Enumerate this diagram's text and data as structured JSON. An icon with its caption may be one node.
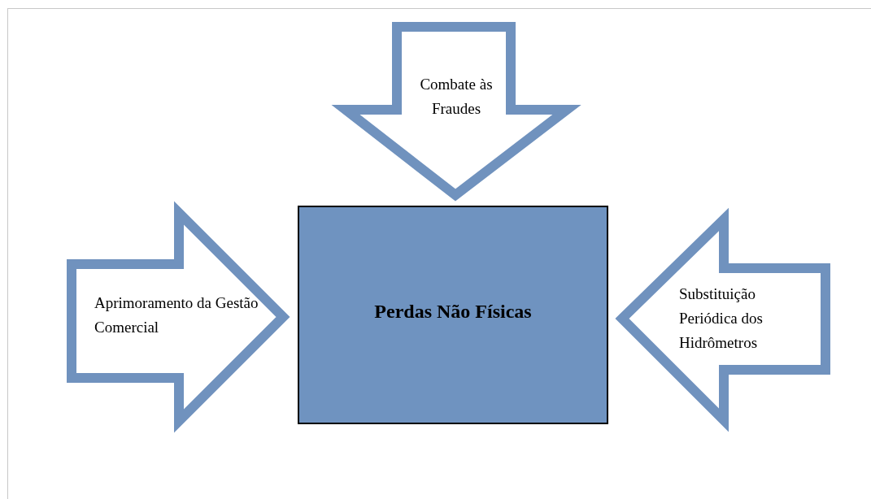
{
  "diagram": {
    "nodes": [
      {
        "text": [
          "Perdas Não Físicas"
        ]
      },
      {
        "text": [
          "Combate às Fraudes"
        ]
      },
      {
        "text": [
          "Aprimoramento da Gestão Comercial"
        ]
      },
      {
        "text": [
          "Substituição Periódica dos Hidrômetros"
        ]
      }
    ]
  }
}
